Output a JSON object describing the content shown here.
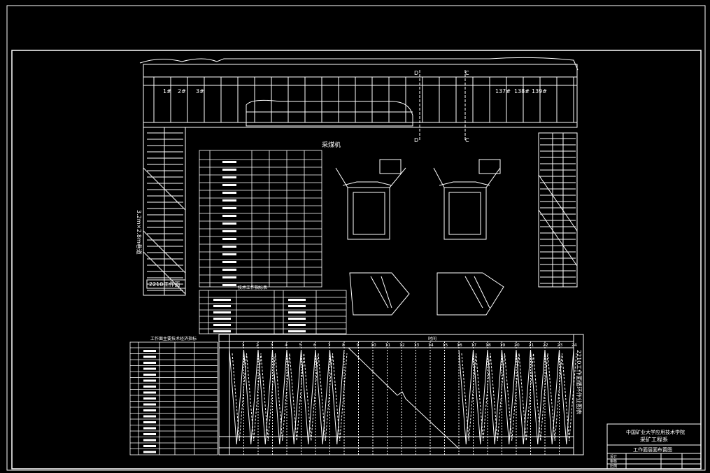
{
  "labels": {
    "shearer": "采煤机",
    "section_d_top": "D",
    "section_d_bottom": "D",
    "section_c_top": "C",
    "section_c_bottom": "C",
    "support_1": "1#",
    "support_2": "2#",
    "support_3": "3#",
    "support_137": "137#",
    "support_138": "138#",
    "support_139": "139#",
    "left_roadway_vertical": "3.2m×2.8m巷道",
    "face_name": "2210工作面"
  },
  "cycle_chart": {
    "time_axis_label": "时间",
    "hours": [
      "1",
      "2",
      "3",
      "4",
      "5",
      "6",
      "7",
      "8",
      "9",
      "10",
      "11",
      "12",
      "13",
      "14",
      "15",
      "16",
      "17",
      "18",
      "19",
      "20",
      "21",
      "22",
      "23",
      "24"
    ],
    "vertical_title": "2210工作面循环作业图表"
  },
  "title_block": {
    "school": "中国矿业大学应用技术学院",
    "department": "采矿工程系",
    "drawing_name": "工作面层面布置图",
    "row_labels": [
      "设计",
      "审核",
      "比例"
    ]
  },
  "tables": {
    "tech_table_title": "技术工作指标表",
    "params_table_title": "工作面主要技术经济指标"
  },
  "colors": {
    "line": "#ffffff",
    "background": "#000000"
  }
}
